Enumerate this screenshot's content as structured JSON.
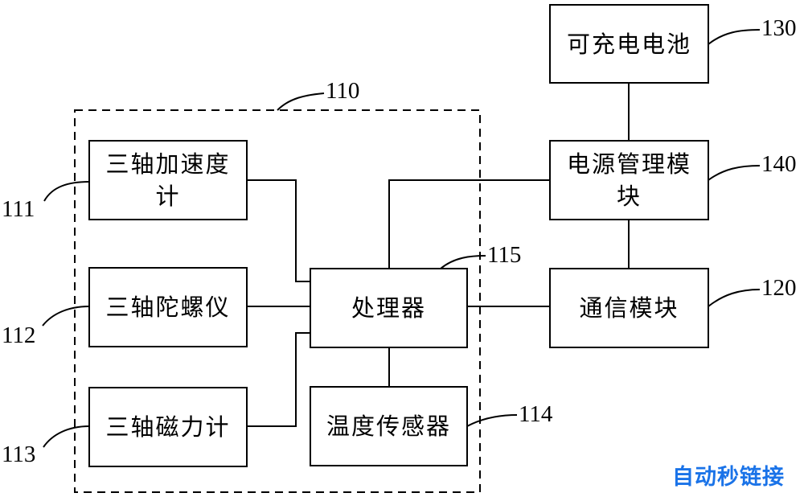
{
  "blocks": {
    "accelerometer": "三轴加速度计",
    "gyroscope": "三轴陀螺仪",
    "magnetometer": "三轴磁力计",
    "processor": "处理器",
    "temp_sensor": "温度传感器",
    "battery": "可充电电池",
    "power_mgmt": "电源管理模块",
    "comm_module": "通信模块"
  },
  "refs": {
    "group": "110",
    "accelerometer": "111",
    "gyroscope": "112",
    "magnetometer": "113",
    "temp_sensor": "114",
    "processor": "115",
    "comm_module": "120",
    "battery": "130",
    "power_mgmt": "140"
  },
  "watermark": "自动秒链接"
}
